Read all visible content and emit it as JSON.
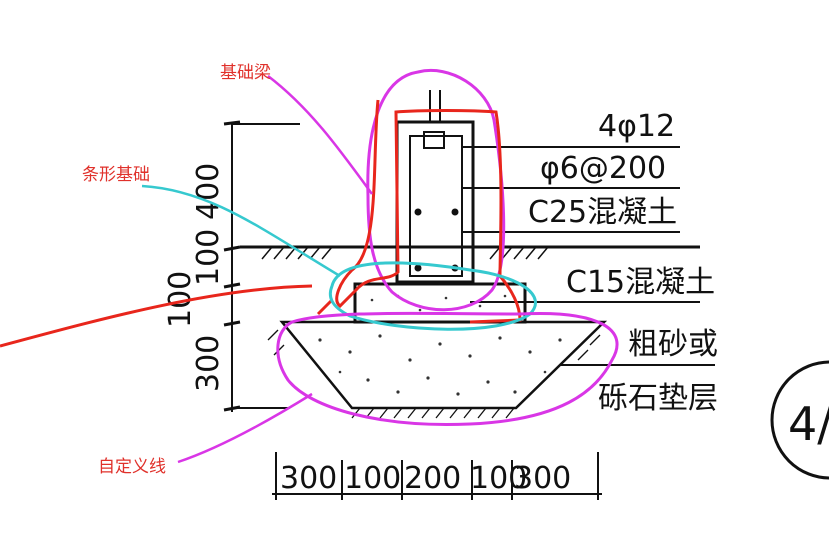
{
  "annotations": {
    "foundation_beam": "基础梁",
    "strip_foundation": "条形基础",
    "custom_line": "自定义线"
  },
  "right_labels": {
    "rebar_main": "4φ12",
    "stirrup": "φ6@200",
    "beam_concrete": "C25混凝土",
    "base_concrete": "C15混凝土",
    "cushion_line1": "粗砂或",
    "cushion_line2": "砾石垫层"
  },
  "vertical_dims": {
    "d1": "400",
    "d2": "100",
    "d3": "100",
    "d4": "300"
  },
  "horizontal_dims": {
    "h1": "300",
    "h2": "100",
    "h3": "200",
    "h4": "100",
    "h5": "300"
  },
  "detail_mark": "4/",
  "colors": {
    "annotation_text": "#e0312b",
    "pen_magenta": "#d936e6",
    "pen_red": "#e8261c",
    "pen_cyan": "#36c9cf",
    "ink": "#111111"
  }
}
